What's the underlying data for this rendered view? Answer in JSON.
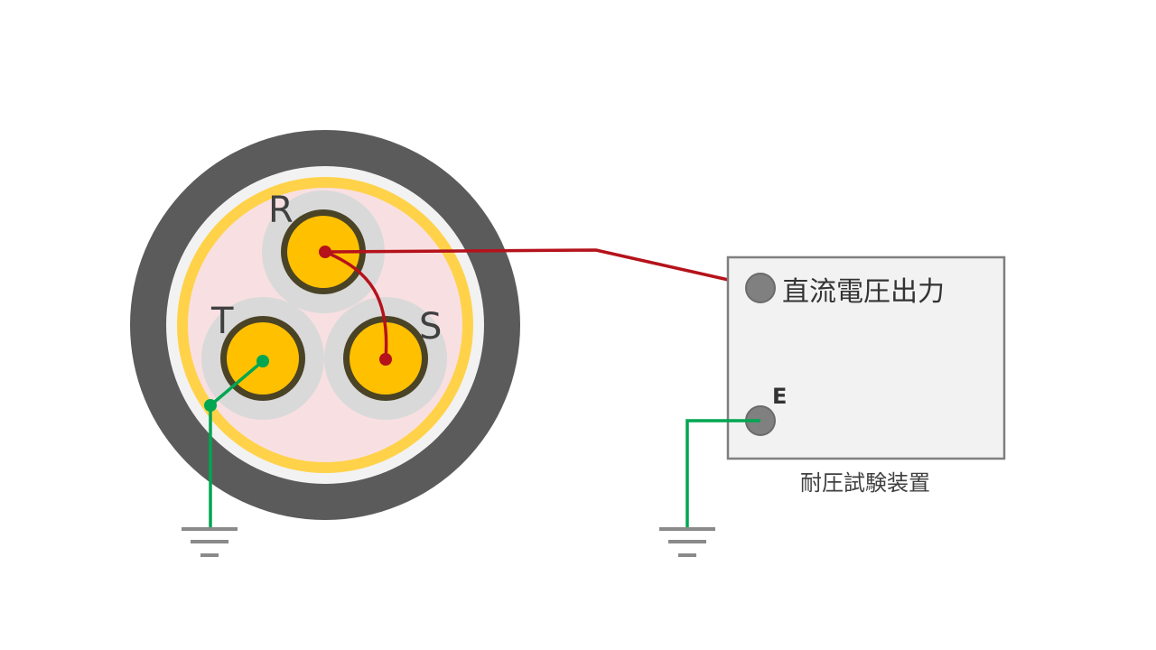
{
  "cable": {
    "phases": {
      "r": {
        "label": "R"
      },
      "s": {
        "label": "S"
      },
      "t": {
        "label": "T"
      }
    }
  },
  "tester": {
    "name": "耐圧試験装置",
    "terminals": {
      "dc_output": {
        "label": "直流電圧出力"
      },
      "earth": {
        "label": "E"
      }
    }
  },
  "colors": {
    "sheath": "#5b5b5b",
    "insulation_outer": "#f2f2f2",
    "shield_tape": "#ffd24a",
    "filler": "#f8e0e2",
    "core_insulation": "#d9d9d9",
    "conductor_ring": "#4a4326",
    "conductor": "#ffc000",
    "hv_wire": "#b5121b",
    "ground_wire": "#00a651",
    "ground_symbol": "#8a8a8a",
    "device_fill": "#f2f2f2",
    "device_border": "#7f7f7f",
    "terminal": "#808080"
  }
}
